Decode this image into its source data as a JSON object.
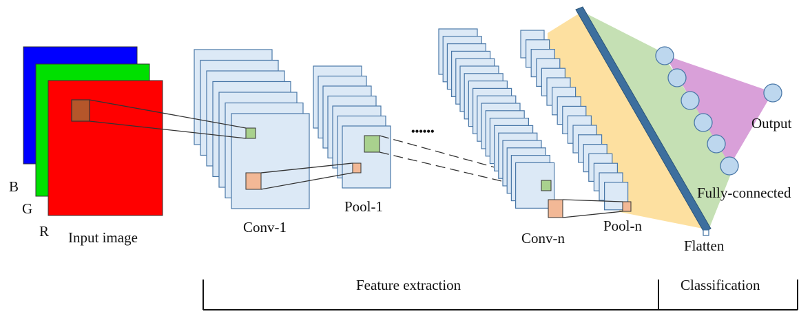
{
  "labels": {
    "channel_b": "B",
    "channel_g": "G",
    "channel_r": "R",
    "input_image": "Input image",
    "conv1": "Conv-1",
    "pool1": "Pool-1",
    "ellipsis": "••••••",
    "convn": "Conv-n",
    "pooln": "Pool-n",
    "flatten": "Flatten",
    "fully_connected": "Fully-connected",
    "output": "Output",
    "feature_extraction": "Feature extraction",
    "classification": "Classification"
  },
  "colors": {
    "channel_blue": "#0000ff",
    "channel_green": "#00e000",
    "channel_red": "#ff0000",
    "feature_map_fill": "#dce9f6",
    "feature_map_stroke": "#4a78a8",
    "kernel_brown": "#b5562a",
    "kernel_peach": "#f2b896",
    "kernel_green": "#a9d18e",
    "flatten_bar": "#3d6f9e",
    "fan_yellow": "#fde0a0",
    "fan_green": "#c5e0b4",
    "fan_pink": "#d9a0d9",
    "neuron_fill": "#bdd7ee"
  }
}
